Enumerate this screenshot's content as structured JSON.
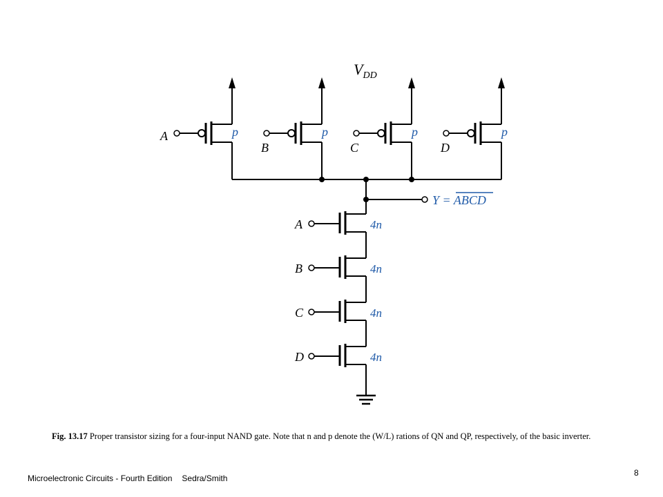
{
  "diagram": {
    "supply": {
      "symbol": "V",
      "subscript": "DD"
    },
    "pmos": [
      {
        "input": "A",
        "size": "p"
      },
      {
        "input": "B",
        "size": "p"
      },
      {
        "input": "C",
        "size": "p"
      },
      {
        "input": "D",
        "size": "p"
      }
    ],
    "nmos": [
      {
        "input": "A",
        "size": "4n"
      },
      {
        "input": "B",
        "size": "4n"
      },
      {
        "input": "C",
        "size": "4n"
      },
      {
        "input": "D",
        "size": "4n"
      }
    ],
    "output": {
      "lhs": "Y =",
      "expr": "ABCD"
    }
  },
  "caption": {
    "figure": "Fig. 13.17",
    "text": " Proper transistor sizing for a four-input NAND gate.  Note that n and p denote the (W/L) rations of QN and QP, respectively, of the basic inverter."
  },
  "footer": {
    "book": "Microelectronic Circuits - Fourth Edition",
    "authors": "Sedra/Smith"
  },
  "page_number": "8",
  "colors": {
    "label_blue": "#1f5aa8",
    "wire": "#000000"
  }
}
